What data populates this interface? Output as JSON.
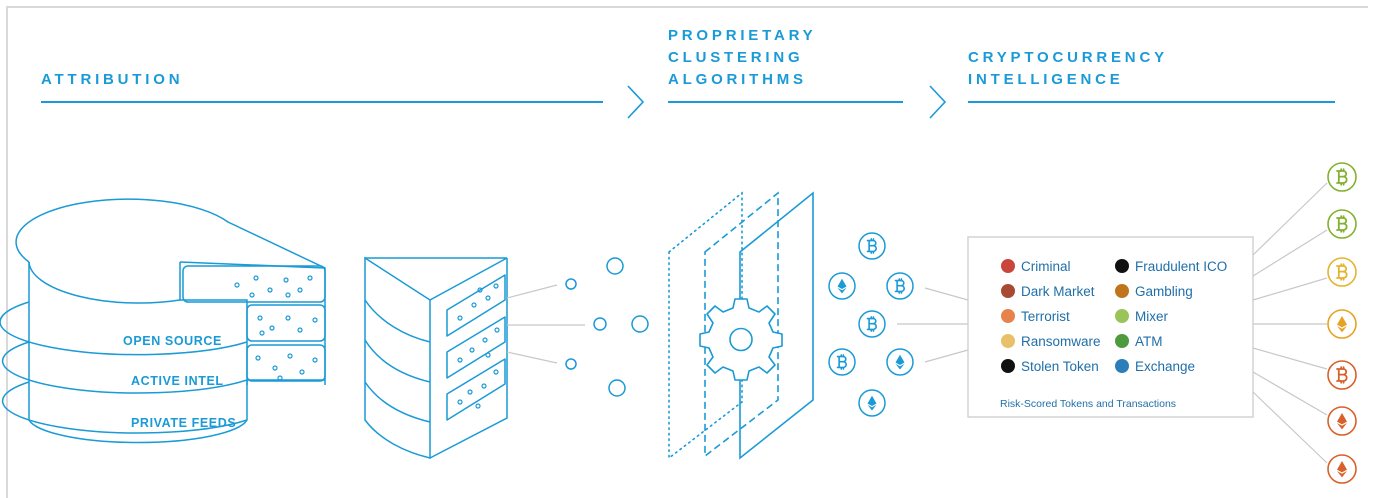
{
  "headers": {
    "attribution": "ATTRIBUTION",
    "clustering": [
      "PROPRIETARY",
      "CLUSTERING",
      "ALGORITHMS"
    ],
    "intelligence": [
      "CRYPTOCURRENCY",
      "INTELLIGENCE"
    ]
  },
  "layers": [
    "OPEN SOURCE",
    "ACTIVE INTEL",
    "PRIVATE FEEDS"
  ],
  "legend": {
    "left": [
      {
        "label": "Criminal",
        "color": "#c8463b"
      },
      {
        "label": "Dark Market",
        "color": "#a74a32"
      },
      {
        "label": "Terrorist",
        "color": "#e6834a"
      },
      {
        "label": "Ransomware",
        "color": "#e8c06a"
      },
      {
        "label": "Stolen Token",
        "color": "#111111"
      }
    ],
    "right": [
      {
        "label": "Fraudulent ICO",
        "color": "#111111"
      },
      {
        "label": "Gambling",
        "color": "#c0741c"
      },
      {
        "label": "Mixer",
        "color": "#9ac45a"
      },
      {
        "label": "ATM",
        "color": "#4e9a3e"
      },
      {
        "label": "Exchange",
        "color": "#2a7fb8"
      }
    ],
    "footer": "Risk-Scored Tokens and Transactions"
  },
  "output_tokens": [
    {
      "icon": "bitcoin-icon",
      "color": "#82b12e"
    },
    {
      "icon": "bitcoin-icon",
      "color": "#82b12e"
    },
    {
      "icon": "bitcoin-icon",
      "color": "#e5b32c"
    },
    {
      "icon": "ethereum-icon",
      "color": "#e5a323"
    },
    {
      "icon": "bitcoin-icon",
      "color": "#d8602a"
    },
    {
      "icon": "ethereum-icon",
      "color": "#d8602a"
    },
    {
      "icon": "ethereum-icon",
      "color": "#d8602a"
    }
  ],
  "colors": {
    "primary": "#1a9ad6",
    "text": "#1f6fa8",
    "line": "#c8c8c8"
  }
}
